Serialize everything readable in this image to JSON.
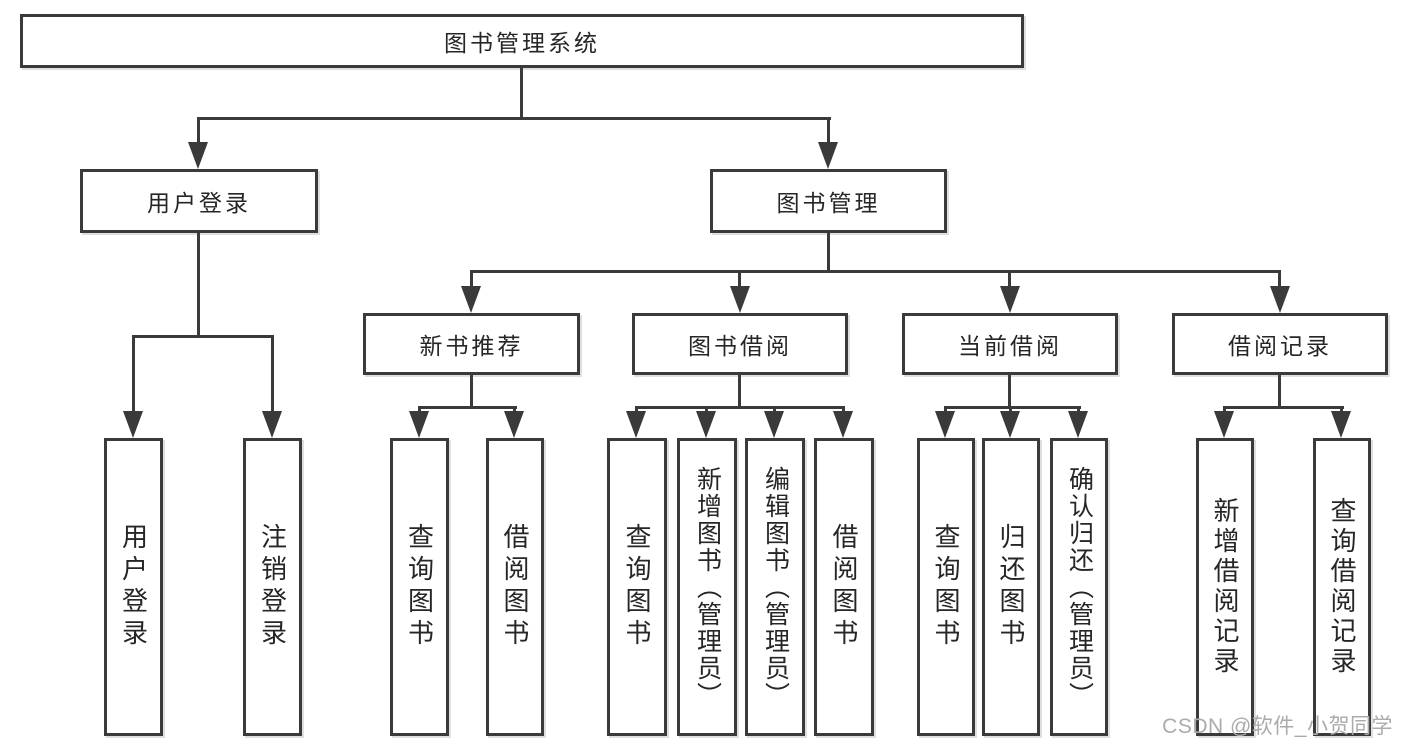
{
  "nodes": {
    "root": {
      "label": "图书管理系统"
    },
    "user_login": {
      "label": "用户登录"
    },
    "book_management": {
      "label": "图书管理"
    },
    "new_book_recommend": {
      "label": "新书推荐"
    },
    "book_borrowing": {
      "label": "图书借阅"
    },
    "current_borrowing": {
      "label": "当前借阅"
    },
    "borrowing_records": {
      "label": "借阅记录"
    },
    "login": {
      "label": "用户登录"
    },
    "logout": {
      "label": "注销登录"
    },
    "recommend_query_books": {
      "label": "查询图书"
    },
    "recommend_borrow_books": {
      "label": "借阅图书"
    },
    "borrowing_query_books": {
      "label": "查询图书"
    },
    "borrowing_add_books": {
      "label": "新增图书（管理员）"
    },
    "borrowing_edit_books": {
      "label": "编辑图书（管理员）"
    },
    "borrowing_borrow_books": {
      "label": "借阅图书"
    },
    "current_query_books": {
      "label": "查询图书"
    },
    "current_return_books": {
      "label": "归还图书"
    },
    "current_confirm_return": {
      "label": "确认归还（管理员）"
    },
    "records_add_record": {
      "label": "新增借阅记录"
    },
    "records_query_record": {
      "label": "查询借阅记录"
    }
  },
  "watermark": {
    "text": "CSDN @软件_小贺同学",
    "color": "#ababab"
  },
  "colors": {
    "line": "#3a3a3a",
    "border": "#3a3a3a",
    "text": "#262626",
    "background": "#ffffff"
  }
}
